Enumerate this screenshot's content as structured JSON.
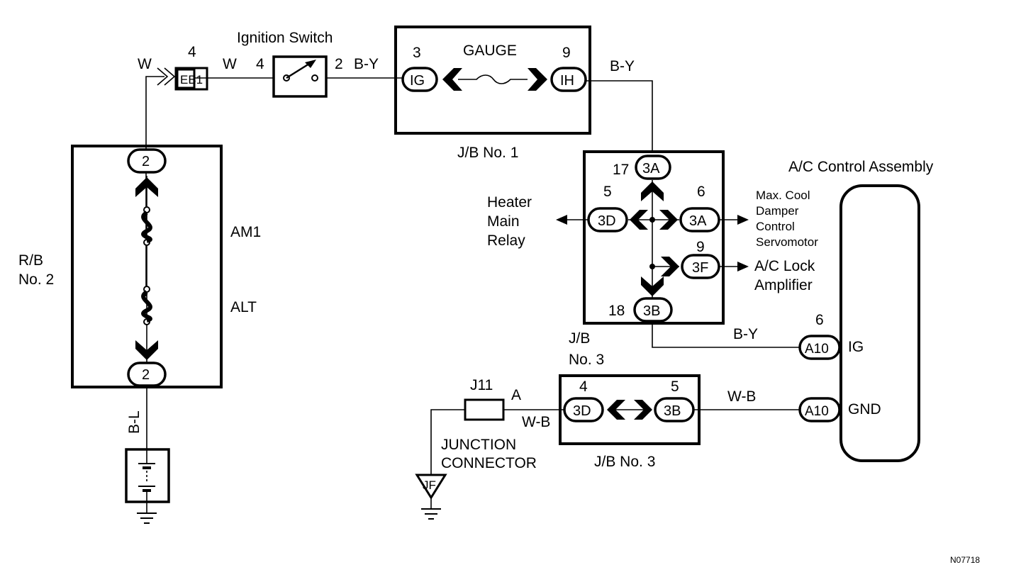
{
  "labels": {
    "ignition_switch": "Ignition Switch",
    "gauge": "GAUGE",
    "jb1": "J/B No. 1",
    "rb2_line1": "R/B",
    "rb2_line2": "No. 2",
    "am1": "AM1",
    "alt": "ALT",
    "ac_control": "A/C Control Assembly",
    "heater_l1": "Heater",
    "heater_l2": "Main",
    "heater_l3": "Relay",
    "maxcool_l1": "Max. Cool",
    "maxcool_l2": "Damper",
    "maxcool_l3": "Control",
    "maxcool_l4": "Servomotor",
    "aclock_l1": "A/C Lock",
    "aclock_l2": "Amplifier",
    "jb3_upper_l1": "J/B",
    "jb3_upper_l2": "No. 3",
    "jb3_lower": "J/B No. 3",
    "junction_l1": "JUNCTION",
    "junction_l2": "CONNECTOR",
    "ig": "IG",
    "gnd": "GND",
    "figure_id": "N07718"
  },
  "wires": {
    "w_left": "W",
    "w_mid": "W",
    "by_ign": "B-Y",
    "by_gauge": "B-Y",
    "by_ac": "B-Y",
    "wb_right": "W-B",
    "wb_left": "W-B",
    "bl": "B-L"
  },
  "connectors": {
    "eb1": "EB1",
    "ig": "IG",
    "ih": "IH",
    "rb_top": "2",
    "rb_bottom": "2",
    "c3a_top": "3A",
    "c3d": "3D",
    "c3a_right": "3A",
    "c3f": "3F",
    "c3b": "3B",
    "a10_ig": "A10",
    "a10_gnd": "A10",
    "j11": "J11",
    "jb3_3d": "3D",
    "jb3_3b": "3B",
    "jf": "JF"
  },
  "pins": {
    "eb1": "4",
    "ign_in": "4",
    "ign_out": "2",
    "gauge_ig": "3",
    "gauge_ih": "9",
    "p17": "17",
    "p5": "5",
    "p6": "6",
    "p9": "9",
    "p18": "18",
    "a10_ig": "6",
    "j11_a": "A",
    "jb3_4": "4",
    "jb3_5": "5"
  }
}
